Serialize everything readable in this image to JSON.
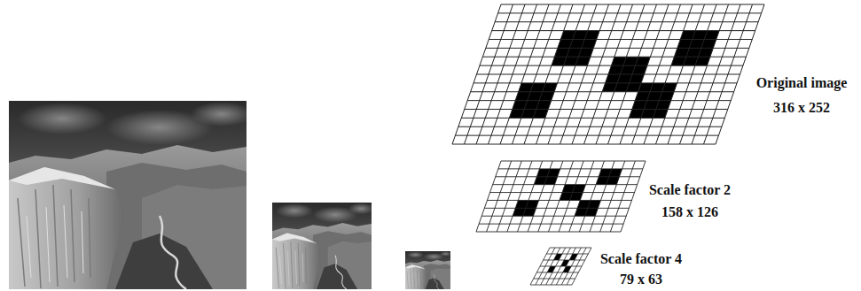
{
  "diagram": {
    "labels": [
      "Original image",
      "316 x 252",
      "Scale factor 2",
      "158 x 126",
      "Scale factor 4",
      "79 x 63"
    ]
  }
}
